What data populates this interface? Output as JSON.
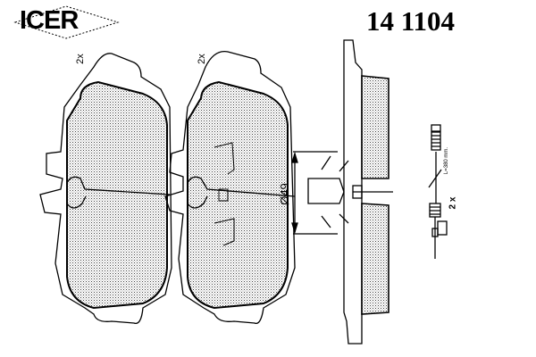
{
  "header": {
    "brand": "ICER",
    "part_number": "14 1104"
  },
  "labels": {
    "pad1_qty": "2x",
    "pad2_qty": "2x",
    "diameter": "Ø49",
    "sensor_qty": "2 x",
    "sensor_length": "L=380 mm."
  }
}
